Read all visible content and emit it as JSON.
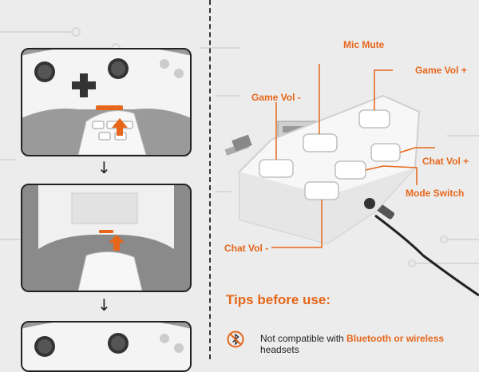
{
  "callouts": {
    "mic_mute": "Mic Mute",
    "game_vol_plus": "Game Vol +",
    "game_vol_minus": "Game Vol -",
    "chat_vol_plus": "Chat Vol +",
    "mode_switch": "Mode Switch",
    "chat_vol_minus": "Chat Vol -"
  },
  "tips": {
    "title": "Tips before use:",
    "text_before": "Not compatible with ",
    "text_highlight": "Bluetooth or wireless",
    "text_after": "headsets"
  },
  "steps": {
    "arrow_1": "↓",
    "arrow_2": "↓"
  },
  "colors": {
    "accent": "#e6661a",
    "background": "#ececec",
    "divider": "#333333"
  }
}
